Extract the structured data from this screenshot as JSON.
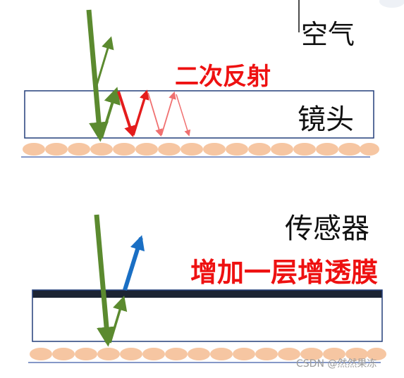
{
  "labels": {
    "air": "空气",
    "lens": "镜头",
    "sensor": "传感器",
    "secondary_reflection": "二次反射",
    "ar_coating": "增加一层增透膜"
  },
  "watermark": "CSDN @然然果冻",
  "colors": {
    "incident_ray": "#5b8a2f",
    "secondary_reflection": "#e41c1c",
    "secondary_reflection_faint": "#f07070",
    "transmitted_ray": "#1a6fc4",
    "sensor_cell": "#f6c6a2",
    "lens_border": "#233f7a",
    "coating": "#1c2433",
    "highlight_text": "#ee1111"
  }
}
